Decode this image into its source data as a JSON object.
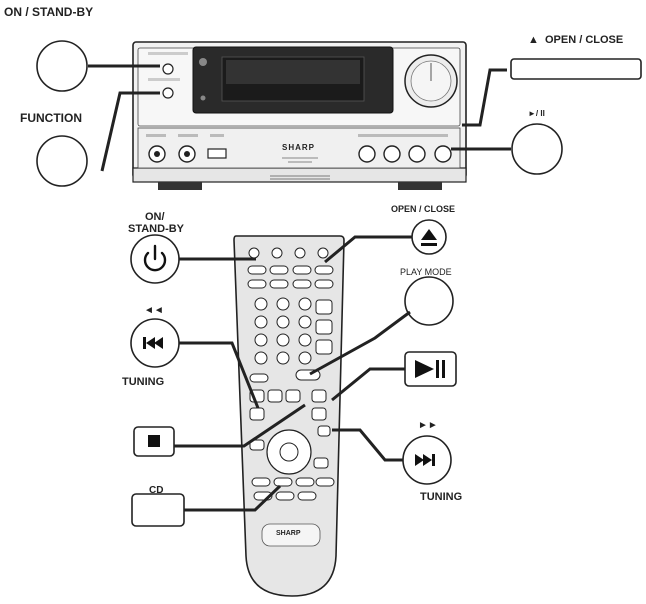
{
  "unit_labels": {
    "on_standby": "ON / STAND-BY",
    "function": "FUNCTION",
    "open_close": "OPEN / CLOSE",
    "open_close_icon": "▲",
    "play_pause": "►/ II",
    "brand": "SHARP"
  },
  "remote_labels": {
    "on_standby_line1": "ON/",
    "on_standby_line2": "STAND-BY",
    "open_close": "OPEN / CLOSE",
    "play_mode": "PLAY MODE",
    "rewind_arrows": "◄◄",
    "tuning_left": "TUNING",
    "fast_forward_arrows": "►►",
    "tuning_right": "TUNING",
    "cd": "CD",
    "remote_brand": "SHARP"
  },
  "icons": {
    "power": "power-icon",
    "eject": "eject-icon",
    "prev": "skip-back-icon",
    "stop": "stop-icon",
    "play_pause": "play-pause-icon",
    "next": "skip-forward-icon"
  },
  "colors": {
    "line": "#222222",
    "device_fill": "#f2f2f2",
    "remote_fill": "#e6e6e6",
    "display_fill": "#2a2a2a"
  }
}
